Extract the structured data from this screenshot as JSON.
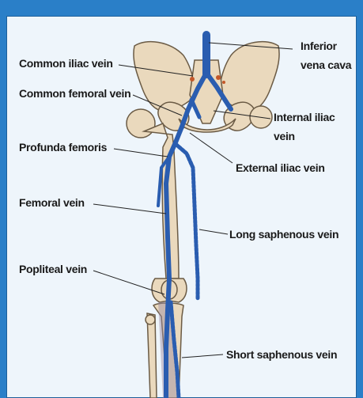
{
  "labels": {
    "common_iliac_vein": "Common iliac vein",
    "inferior_vena_cava_line1": "Inferior",
    "inferior_vena_cava_line2": "vena cava",
    "common_femoral_vein": "Common femoral vein",
    "internal_iliac_vein_line1": "Internal iliac",
    "internal_iliac_vein_line2": "vein",
    "profunda_femoris": "Profunda femoris",
    "external_iliac_vein": "External iliac vein",
    "femoral_vein": "Femoral vein",
    "long_saphenous_vein": "Long saphenous vein",
    "popliteal_vein": "Popliteal vein",
    "short_saphenous_vein": "Short saphenous vein"
  },
  "colors": {
    "vein": "#2a5db0",
    "bone": "#ead9bd",
    "bone_outline": "#6b5b45",
    "background": "#eef5fb",
    "frame": "#2a7fc8"
  }
}
